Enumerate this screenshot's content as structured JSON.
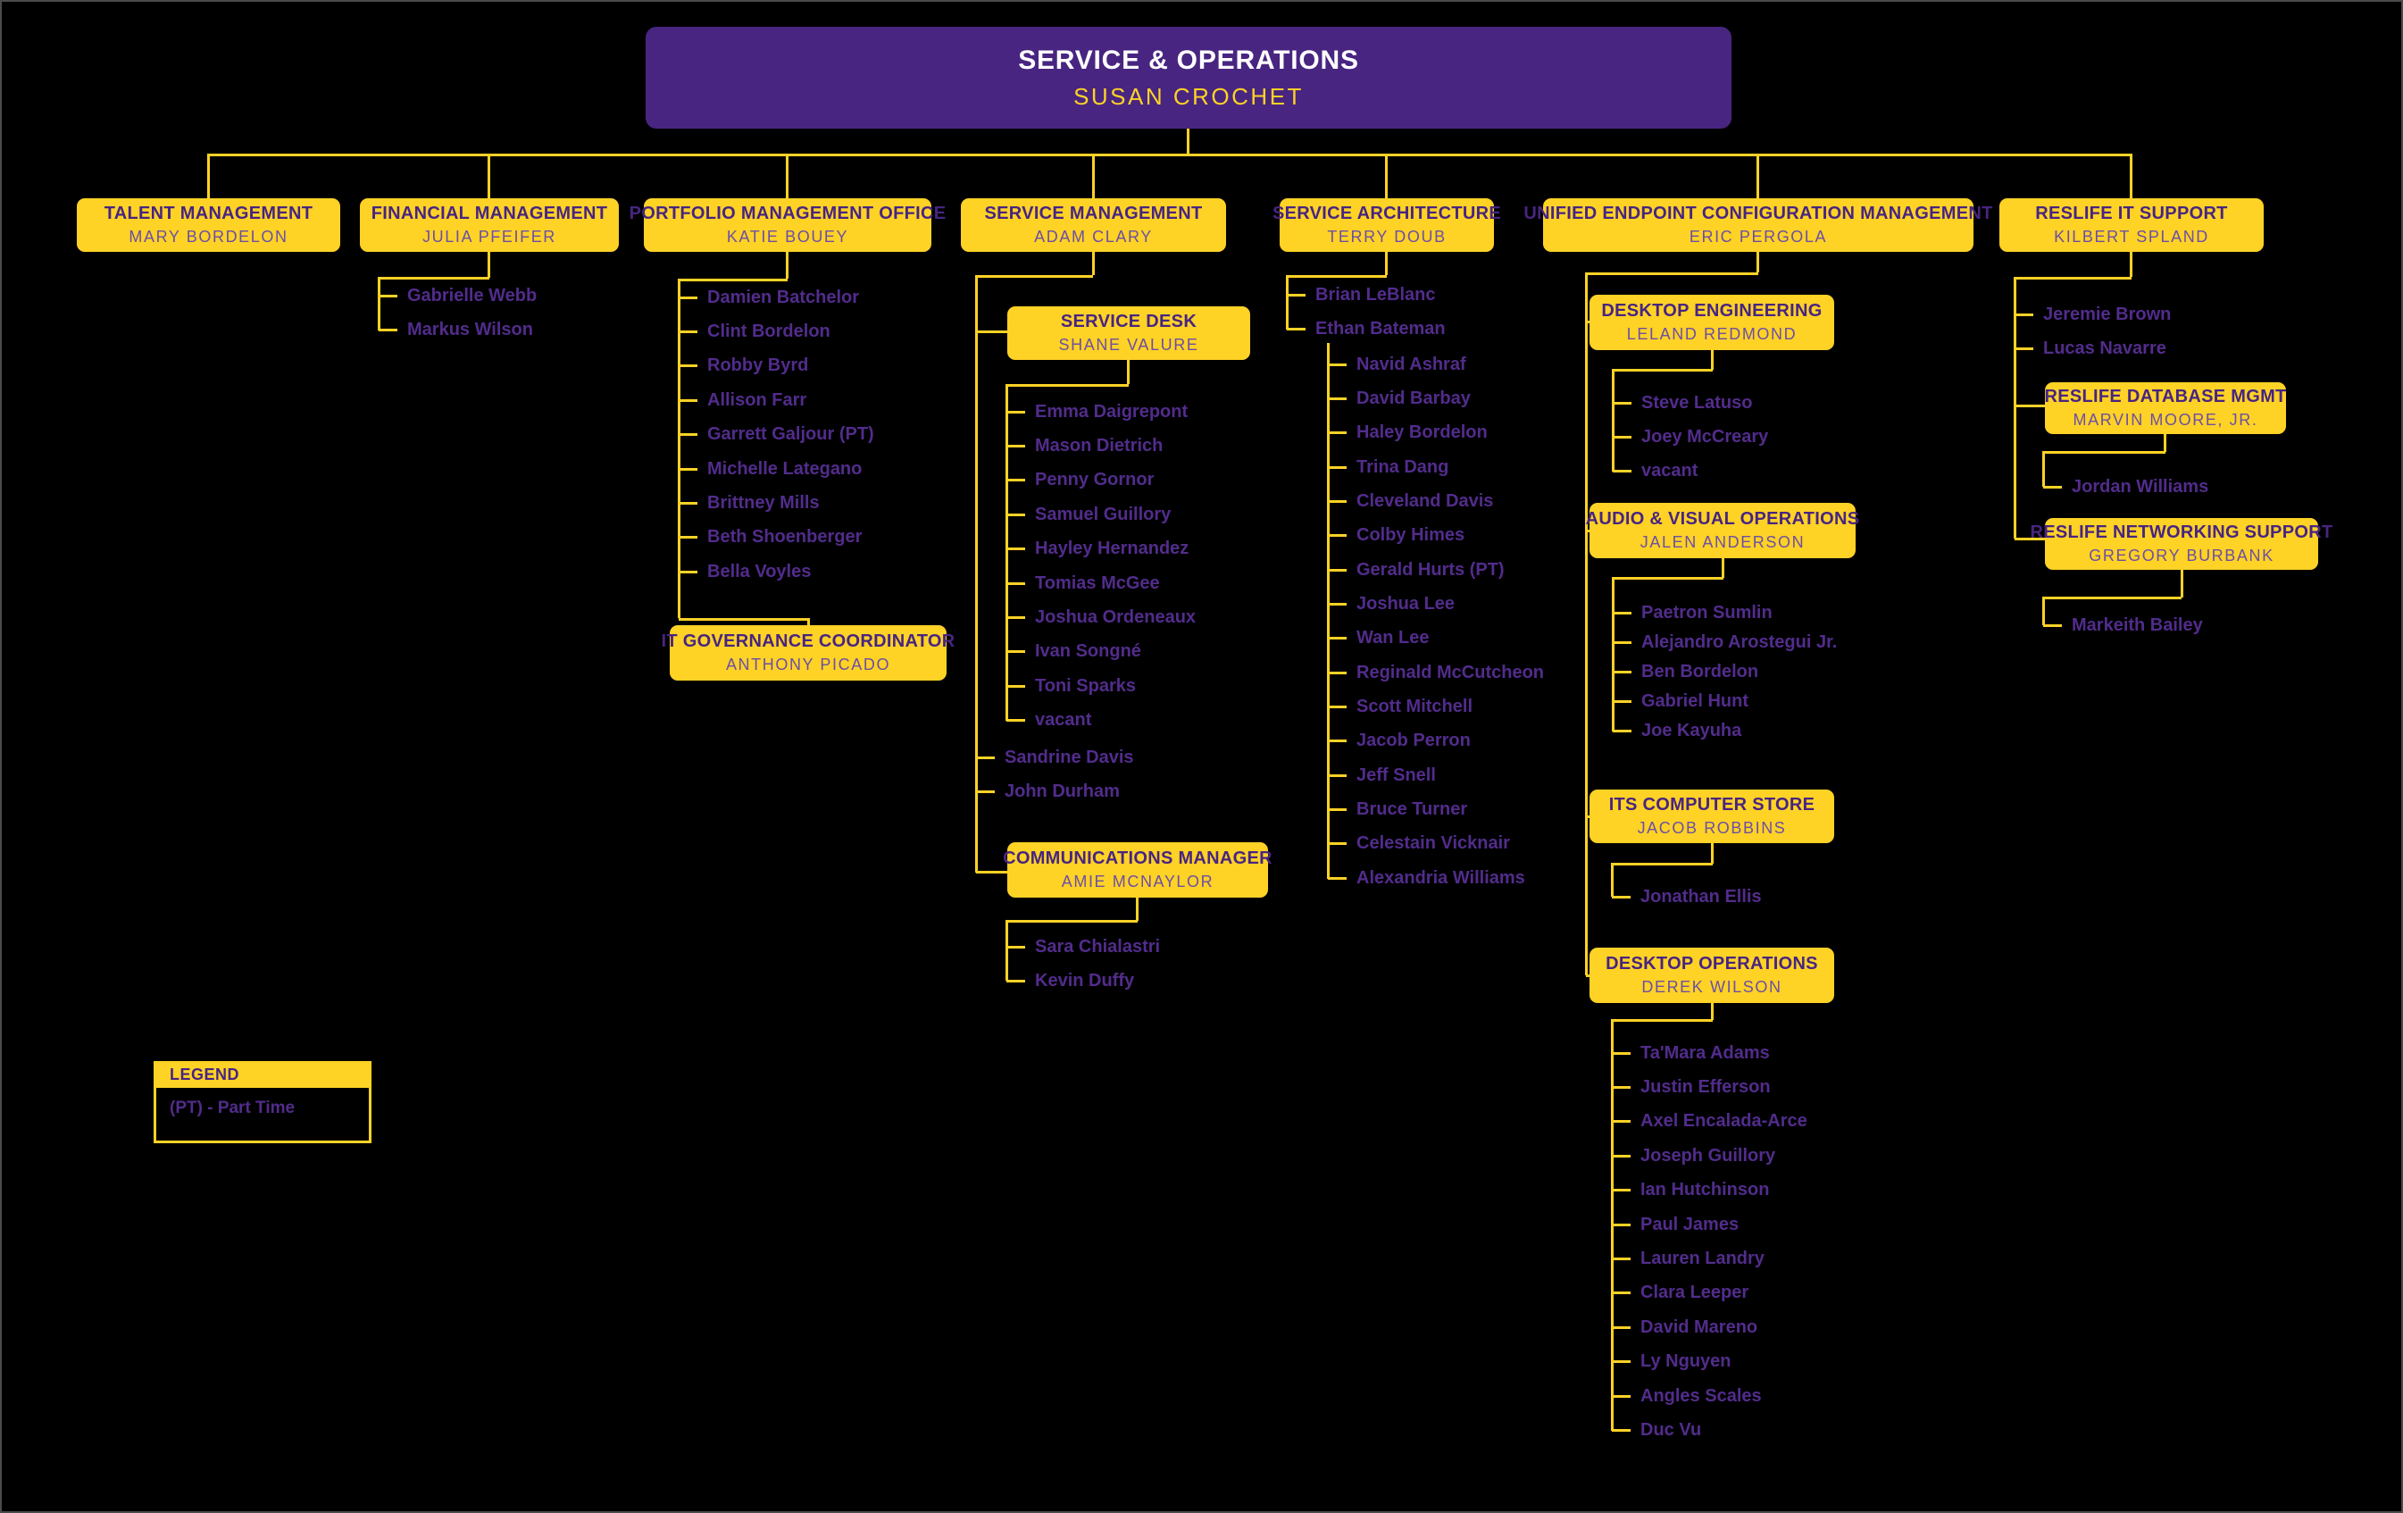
{
  "root": {
    "title": "SERVICE & OPERATIONS",
    "name": "SUSAN CROCHET"
  },
  "departments": {
    "talent": {
      "title": "TALENT MANAGEMENT",
      "name": "MARY BORDELON"
    },
    "financial": {
      "title": "FINANCIAL MANAGEMENT",
      "name": "JULIA PFEIFER",
      "members": [
        "Gabrielle Webb",
        "Markus Wilson"
      ]
    },
    "portfolio": {
      "title": "PORTFOLIO MANAGEMENT OFFICE",
      "name": "KATIE BOUEY",
      "members": [
        "Damien Batchelor",
        "Clint Bordelon",
        "Robby Byrd",
        "Allison Farr",
        "Garrett Galjour (PT)",
        "Michelle Lategano",
        "Brittney Mills",
        "Beth Shoenberger",
        "Bella Voyles"
      ]
    },
    "it_governance": {
      "title": "IT GOVERNANCE COORDINATOR",
      "name": "ANTHONY PICADO"
    },
    "service_management": {
      "title": "SERVICE MANAGEMENT",
      "name": "ADAM CLARY",
      "members": [
        "Sandrine Davis",
        "John Durham"
      ]
    },
    "service_desk": {
      "title": "SERVICE DESK",
      "name": "SHANE VALURE",
      "members": [
        "Emma Daigrepont",
        "Mason Dietrich",
        "Penny Gornor",
        "Samuel Guillory",
        "Hayley Hernandez",
        "Tomias McGee",
        "Joshua Ordeneaux",
        "Ivan Songné",
        "Toni Sparks",
        "vacant"
      ]
    },
    "communications": {
      "title": "COMMUNICATIONS MANAGER",
      "name": "AMIE MCNAYLOR",
      "members": [
        "Sara Chialastri",
        "Kevin Duffy"
      ]
    },
    "service_architecture": {
      "title": "SERVICE ARCHITECTURE",
      "name": "TERRY DOUB",
      "members": [
        "Brian LeBlanc",
        "Ethan Bateman"
      ],
      "bateman_team": [
        "Navid Ashraf",
        "David Barbay",
        "Haley Bordelon",
        "Trina Dang",
        "Cleveland Davis",
        "Colby Himes",
        "Gerald Hurts (PT)",
        "Joshua Lee",
        "Wan Lee",
        "Reginald McCutcheon",
        "Scott Mitchell",
        "Jacob Perron",
        "Jeff Snell",
        "Bruce Turner",
        "Celestain Vicknair",
        "Alexandria Williams"
      ]
    },
    "uecm": {
      "title": "UNIFIED ENDPOINT CONFIGURATION MANAGEMENT",
      "name": "ERIC PERGOLA"
    },
    "desktop_engineering": {
      "title": "DESKTOP ENGINEERING",
      "name": "LELAND REDMOND",
      "members": [
        "Steve Latuso",
        "Joey McCreary",
        "vacant"
      ]
    },
    "av_operations": {
      "title": "AUDIO & VISUAL OPERATIONS",
      "name": "JALEN ANDERSON",
      "members": [
        "Paetron Sumlin",
        "Alejandro Arostegui Jr.",
        "Ben Bordelon",
        "Gabriel Hunt",
        "Joe Kayuha"
      ]
    },
    "computer_store": {
      "title": "ITS COMPUTER STORE",
      "name": "JACOB ROBBINS",
      "members": [
        "Jonathan Ellis"
      ]
    },
    "desktop_operations": {
      "title": "DESKTOP OPERATIONS",
      "name": "DEREK WILSON",
      "members": [
        "Ta'Mara Adams",
        "Justin Efferson",
        "Axel Encalada-Arce",
        "Joseph Guillory",
        "Ian Hutchinson",
        "Paul James",
        "Lauren Landry",
        "Clara Leeper",
        "David Mareno",
        "Ly Nguyen",
        "Angles Scales",
        "Duc Vu"
      ]
    },
    "reslife": {
      "title": "RESLIFE IT SUPPORT",
      "name": "KILBERT SPLAND",
      "members": [
        "Jeremie Brown",
        "Lucas Navarre"
      ]
    },
    "reslife_db": {
      "title": "RESLIFE DATABASE MGMT",
      "name": "MARVIN MOORE, JR.",
      "members": [
        "Jordan Williams"
      ]
    },
    "reslife_network": {
      "title": "RESLIFE NETWORKING SUPPORT",
      "name": "GREGORY BURBANK",
      "members": [
        "Markeith Bailey"
      ]
    }
  },
  "legend": {
    "header": "LEGEND",
    "entries": [
      "(PT) - Part Time"
    ]
  },
  "colors": {
    "gold": "#FFD226",
    "purple": "#482581",
    "title_text": "#472580",
    "subtitle_text": "#6B4FA4",
    "name_text": "#522C8C",
    "background": "#000000"
  }
}
